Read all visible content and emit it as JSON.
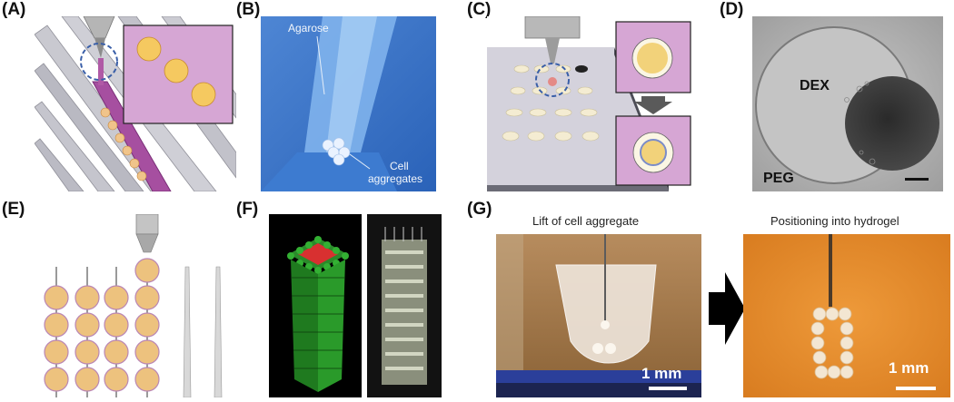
{
  "figure": {
    "panel_labels": [
      "(A)",
      "(B)",
      "(C)",
      "(D)",
      "(E)",
      "(F)",
      "(G)"
    ],
    "b": {
      "agarose_label": "Agarose",
      "cell_label_line1": "Cell",
      "cell_label_line2": "aggregates"
    },
    "d": {
      "dex_label": "DEX",
      "peg_label": "PEG"
    },
    "g": {
      "left_title": "Lift of cell aggregate",
      "right_title": "Positioning into hydrogel",
      "left_scale": "1 mm",
      "right_scale": "1 mm"
    }
  }
}
